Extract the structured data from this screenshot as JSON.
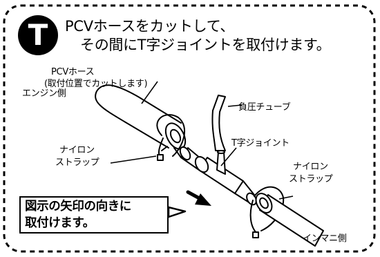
{
  "step_letter": "T",
  "heading": {
    "line1": "PCVホースをカットして、",
    "line2": "その間にT字ジョイントを取付けます。"
  },
  "labels": {
    "pcv_hose": "PCVホース",
    "pcv_hose_note": "(取付位置でカットします)",
    "engine_side": "エンジン側",
    "vacuum_tube": "負圧チューブ",
    "t_joint": "T字ジョイント",
    "nylon_left_1": "ナイロン",
    "nylon_left_2": "ストラップ",
    "nylon_right_1": "ナイロン",
    "nylon_right_2": "ストラップ",
    "intake_side": "インマニ側"
  },
  "note": {
    "line1": "図示の矢印の向きに",
    "line2": "取付けます。"
  }
}
